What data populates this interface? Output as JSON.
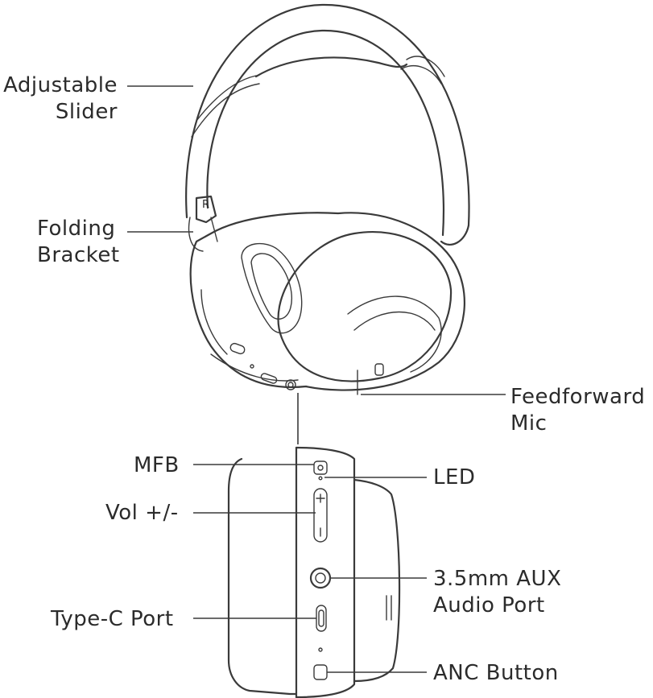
{
  "labels": {
    "adjustable_slider": [
      "Adjustable",
      "Slider"
    ],
    "folding_bracket": [
      "Folding",
      "Bracket"
    ],
    "feedforward_mic": [
      "Feedforward",
      "Mic"
    ],
    "mfb": "MFB",
    "led": "LED",
    "vol": "Vol +/-",
    "aux": [
      "3.5mm AUX",
      "Audio Port"
    ],
    "type_c": "Type-C Port",
    "anc": "ANC Button"
  },
  "markings": {
    "right_side": "R"
  },
  "colors": {
    "line": "#3a3a3a",
    "text": "#2b2b2b",
    "background": "#ffffff"
  }
}
